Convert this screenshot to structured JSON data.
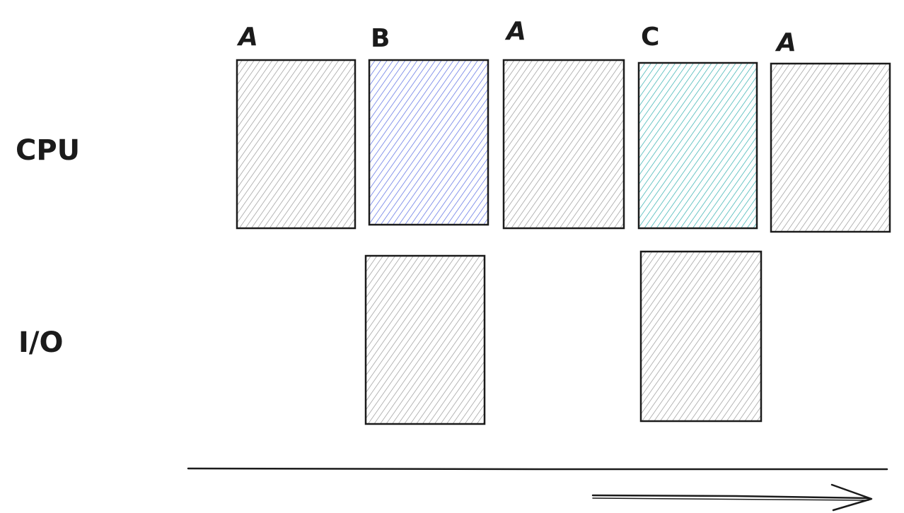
{
  "row_labels": {
    "cpu": "CPU",
    "io": "I/O"
  },
  "cpu_blocks": [
    {
      "process": "A",
      "color": "#909090"
    },
    {
      "process": "B",
      "color": "#4a5fe0"
    },
    {
      "process": "A",
      "color": "#909090"
    },
    {
      "process": "C",
      "color": "#20a8a8"
    },
    {
      "process": "A",
      "color": "#909090"
    }
  ],
  "io_blocks": [
    {
      "during_process": "B",
      "color": "#909090"
    },
    {
      "during_process": "C",
      "color": "#909090"
    }
  ],
  "colors": {
    "ink": "#1b1b1b",
    "idle_hatch": "#909090",
    "process_b": "#4a5fe0",
    "process_c": "#20a8a8",
    "background": "#ffffff"
  }
}
